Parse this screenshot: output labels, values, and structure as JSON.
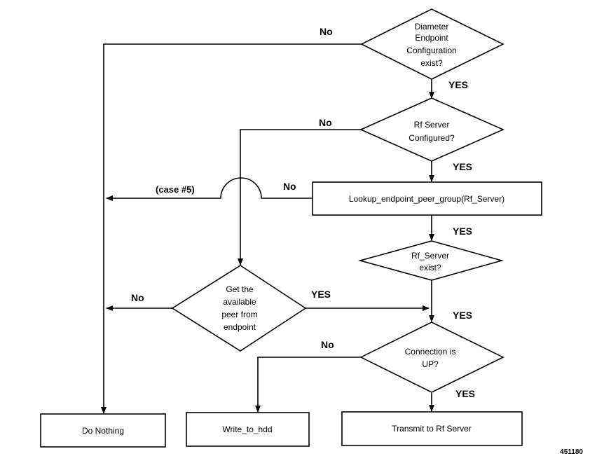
{
  "nodes": {
    "diameter_config": [
      "Diameter",
      "Endpoint",
      "Configuration",
      "exist?"
    ],
    "rf_configured": [
      "Rf Server",
      "Configured?"
    ],
    "lookup": "Lookup_endpoint_peer_group(Rf_Server)",
    "rf_exist": [
      "Rf_Server",
      "exist?"
    ],
    "get_peer": [
      "Get the",
      "available",
      "peer from",
      "endpoint"
    ],
    "connection_up": [
      "Connection is",
      "UP?"
    ],
    "do_nothing": "Do Nothing",
    "write_hdd": "Write_to_hdd",
    "transmit": "Transmit to Rf Server"
  },
  "edges": {
    "no_diameter": "No",
    "yes_diameter": "YES",
    "no_rf_configured": "No",
    "yes_rf_configured": "YES",
    "no_lookup": "No",
    "case5": "(case #5)",
    "yes_lookup": "YES",
    "no_get_peer": "No",
    "yes_get_peer": "YES",
    "yes_rf_exist": "YES",
    "no_connection": "No",
    "yes_connection": "YES"
  },
  "figure_id": "451180"
}
